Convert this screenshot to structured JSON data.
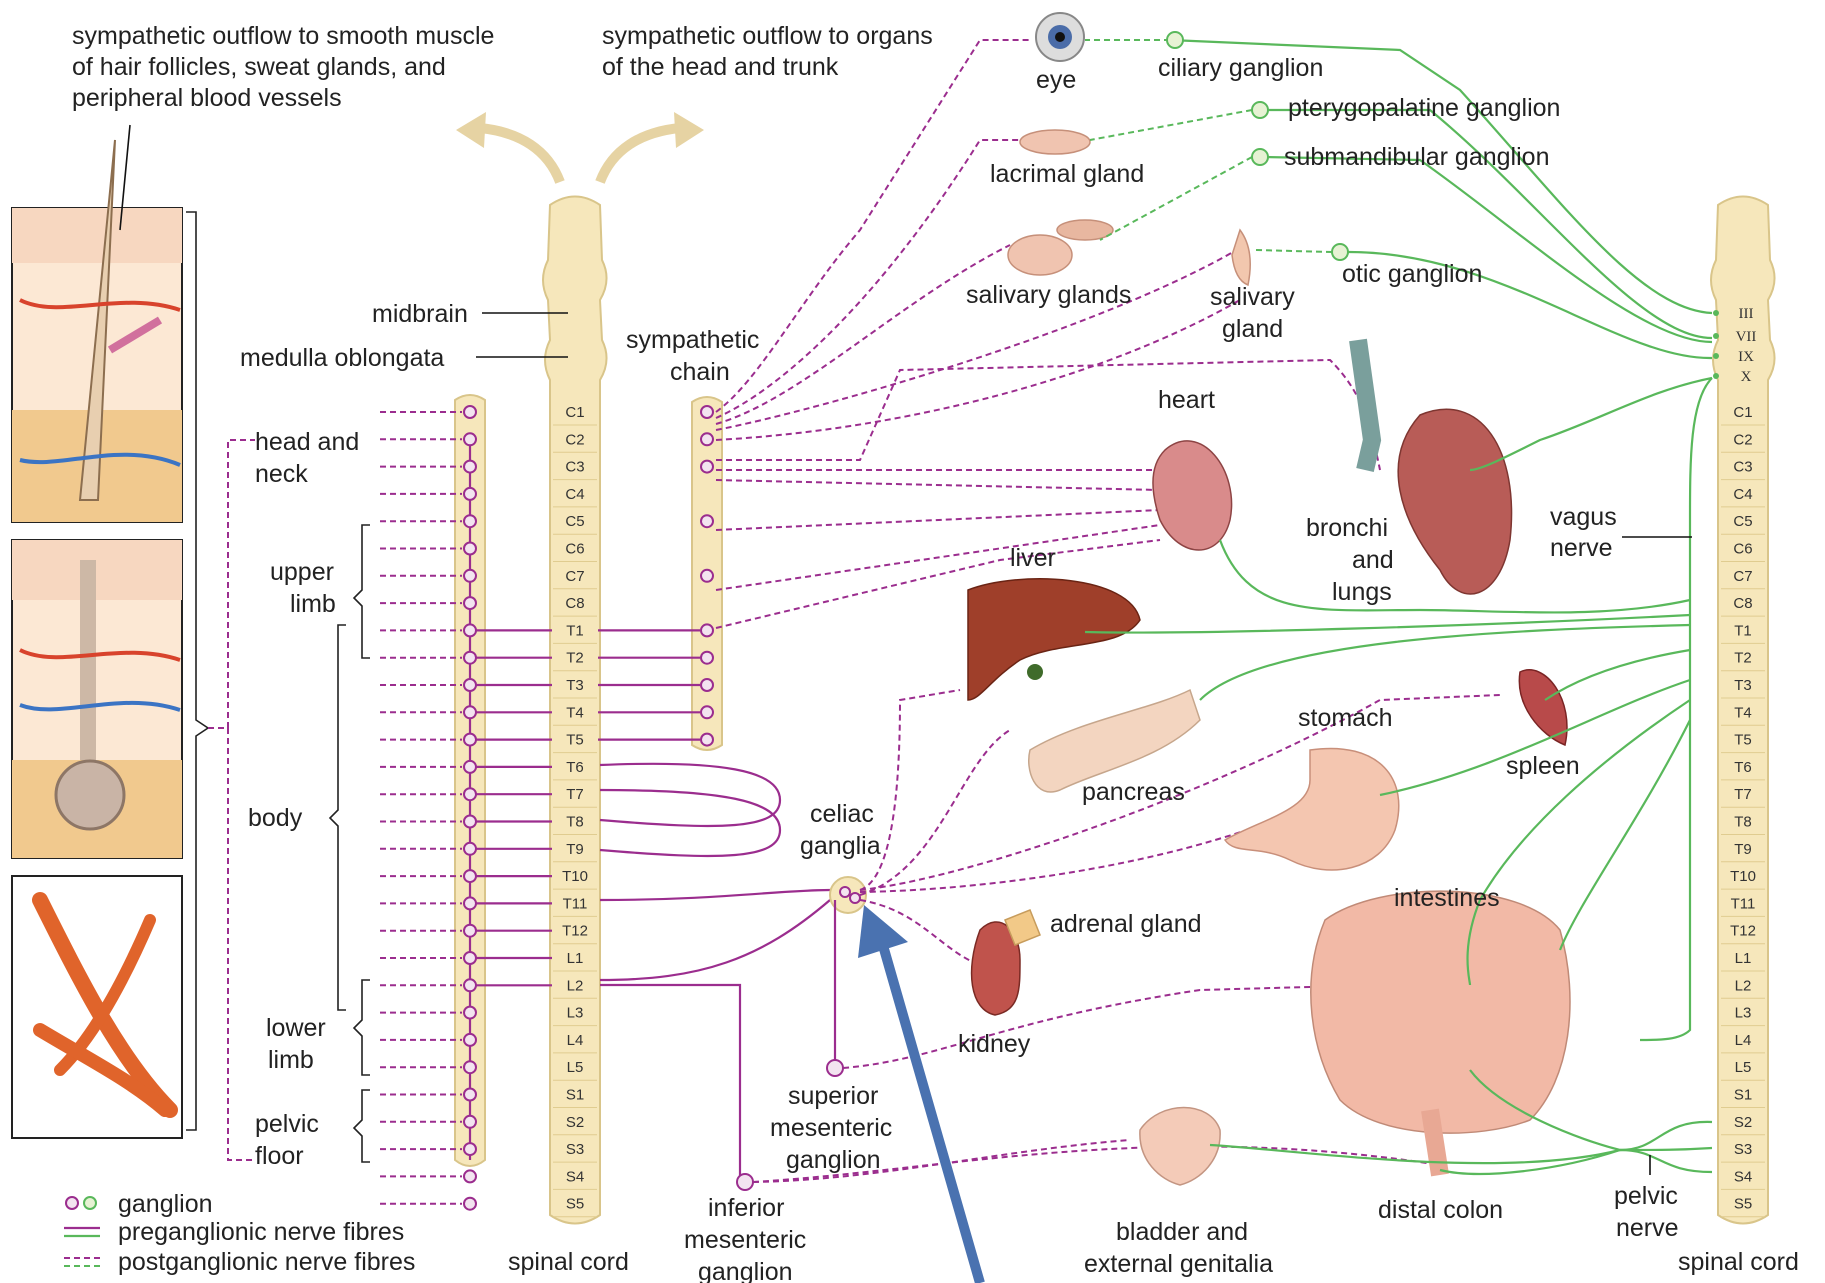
{
  "labels": {
    "sympathetic_outflow_skin": [
      "sympathetic outflow to smooth muscle",
      "of hair follicles, sweat glands, and",
      "peripheral blood vessels"
    ],
    "sympathetic_outflow_organs": [
      "sympathetic outflow to organs",
      "of the head and trunk"
    ],
    "midbrain": "midbrain",
    "medulla": "medulla oblongata",
    "sympathetic_chain": [
      "sympathetic",
      "chain"
    ],
    "head_and_neck": [
      "head and",
      "neck"
    ],
    "upper_limb": [
      "upper",
      "limb"
    ],
    "body": "body",
    "lower_limb": [
      "lower",
      "limb"
    ],
    "pelvic_floor": [
      "pelvic",
      "floor"
    ],
    "spinal_cord_left": "spinal cord",
    "spinal_cord_right": "spinal cord",
    "celiac_ganglia": [
      "celiac",
      "ganglia"
    ],
    "superior_mesenteric": [
      "superior",
      "mesenteric",
      "ganglion"
    ],
    "inferior_mesenteric": [
      "inferior",
      "mesenteric",
      "ganglion"
    ],
    "eye": "eye",
    "ciliary_ganglion": "ciliary ganglion",
    "pterygopalatine_ganglion": "pterygopalatine ganglion",
    "lacrimal_gland": "lacrimal gland",
    "submandibular_ganglion": "submandibular ganglion",
    "salivary_glands": "salivary glands",
    "salivary_gland": [
      "salivary",
      "gland"
    ],
    "otic_ganglion": "otic ganglion",
    "heart": "heart",
    "bronchi_lungs": [
      "bronchi",
      "and",
      "lungs"
    ],
    "vagus_nerve": [
      "vagus",
      "nerve"
    ],
    "liver": "liver",
    "stomach": "stomach",
    "spleen": "spleen",
    "pancreas": "pancreas",
    "adrenal_gland": "adrenal gland",
    "intestines": "intestines",
    "kidney": "kidney",
    "distal_colon": "distal colon",
    "pelvic_nerve": [
      "pelvic",
      "nerve"
    ],
    "bladder": [
      "bladder and",
      "external genitalia"
    ]
  },
  "legend": {
    "ganglion": "ganglion",
    "pre": "preganglionic nerve fibres",
    "post": "postganglionic nerve fibres"
  },
  "segments": [
    "C1",
    "C2",
    "C3",
    "C4",
    "C5",
    "C6",
    "C7",
    "C8",
    "T1",
    "T2",
    "T3",
    "T4",
    "T5",
    "T6",
    "T7",
    "T8",
    "T9",
    "T10",
    "T11",
    "T12",
    "L1",
    "L2",
    "L3",
    "L4",
    "L5",
    "S1",
    "S2",
    "S3",
    "S4",
    "S5"
  ],
  "cranial_nerves": [
    "III",
    "VII",
    "IX",
    "X"
  ],
  "colors": {
    "sympathetic": "#9b2d8e",
    "parasympathetic": "#59b85b",
    "cord": "#f6e7bb",
    "arrow_annotation": "#4a72b0"
  }
}
